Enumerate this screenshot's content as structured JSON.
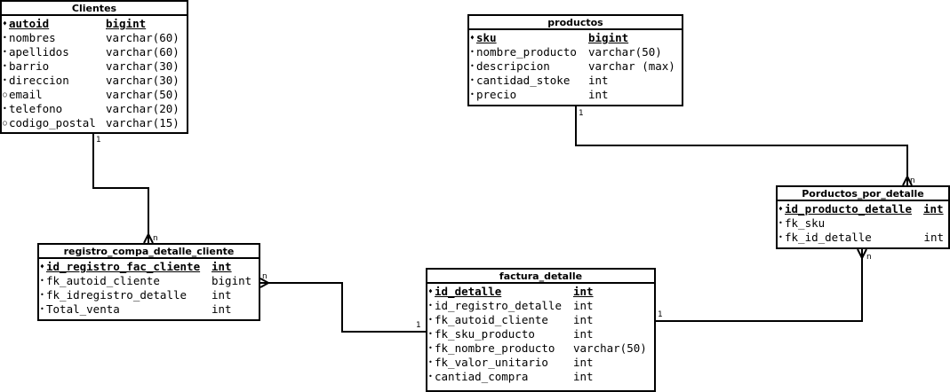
{
  "entities": {
    "clientes": {
      "title": "Clientes",
      "rows": [
        {
          "bullet": "♦",
          "name": "autoid",
          "type": "bigint"
        },
        {
          "bullet": "•",
          "name": "nombres",
          "type": "varchar(60)"
        },
        {
          "bullet": "•",
          "name": "apellidos",
          "type": "varchar(60)"
        },
        {
          "bullet": "•",
          "name": "barrio",
          "type": "varchar(30)"
        },
        {
          "bullet": "•",
          "name": "direccion",
          "type": "varchar(30)"
        },
        {
          "bullet": "○",
          "name": "email",
          "type": "varchar(50)"
        },
        {
          "bullet": "•",
          "name": "telefono",
          "type": "varchar(20)"
        },
        {
          "bullet": "○",
          "name": "codigo_postal",
          "type": "varchar(15)"
        }
      ]
    },
    "productos": {
      "title": "productos",
      "rows": [
        {
          "bullet": "♦",
          "name": "sku",
          "type": "bigint"
        },
        {
          "bullet": "•",
          "name": "nombre_producto",
          "type": "varchar(50)"
        },
        {
          "bullet": "•",
          "name": "descripcion",
          "type": "varchar (max)"
        },
        {
          "bullet": "•",
          "name": "cantidad_stoke",
          "type": "int"
        },
        {
          "bullet": "•",
          "name": "precio",
          "type": "int"
        }
      ]
    },
    "pxd": {
      "title": "Porductos_por_detalle",
      "rows": [
        {
          "bullet": "♦",
          "name": "id_producto_detalle",
          "type": "int"
        },
        {
          "bullet": "•",
          "name": "fk_sku",
          "type": ""
        },
        {
          "bullet": "•",
          "name": "fk_id_detalle",
          "type": "int"
        }
      ]
    },
    "registro": {
      "title": "registro_compa_detalle_cliente",
      "rows": [
        {
          "bullet": "♦",
          "name": "id_registro_fac_cliente",
          "type": "int"
        },
        {
          "bullet": "•",
          "name": "fk_autoid_cliente",
          "type": "bigint"
        },
        {
          "bullet": "•",
          "name": "fk_idregistro_detalle",
          "type": "int"
        },
        {
          "bullet": "•",
          "name": "Total_venta",
          "type": "int"
        }
      ]
    },
    "factura": {
      "title": "factura_detalle",
      "rows": [
        {
          "bullet": "♦",
          "name": "id_detalle",
          "type": "int"
        },
        {
          "bullet": "•",
          "name": "id_registro_detalle",
          "type": "int"
        },
        {
          "bullet": "•",
          "name": "fk_autoid_cliente",
          "type": "int"
        },
        {
          "bullet": "•",
          "name": "fk_sku_producto",
          "type": "int"
        },
        {
          "bullet": "•",
          "name": "fk_nombre_producto",
          "type": "varchar(50)"
        },
        {
          "bullet": "•",
          "name": "fk_valor_unitario",
          "type": "int"
        },
        {
          "bullet": "•",
          "name": "cantiad_compra",
          "type": "int"
        }
      ]
    }
  },
  "relationships": {
    "clientes_registro": {
      "from_card": "1",
      "to_card": "n"
    },
    "productos_pxd": {
      "from_card": "1",
      "to_card": "n"
    },
    "registro_factura": {
      "from_card": "n",
      "to_card": "1"
    },
    "factura_pxd": {
      "from_card": "1",
      "to_card": "n"
    }
  }
}
